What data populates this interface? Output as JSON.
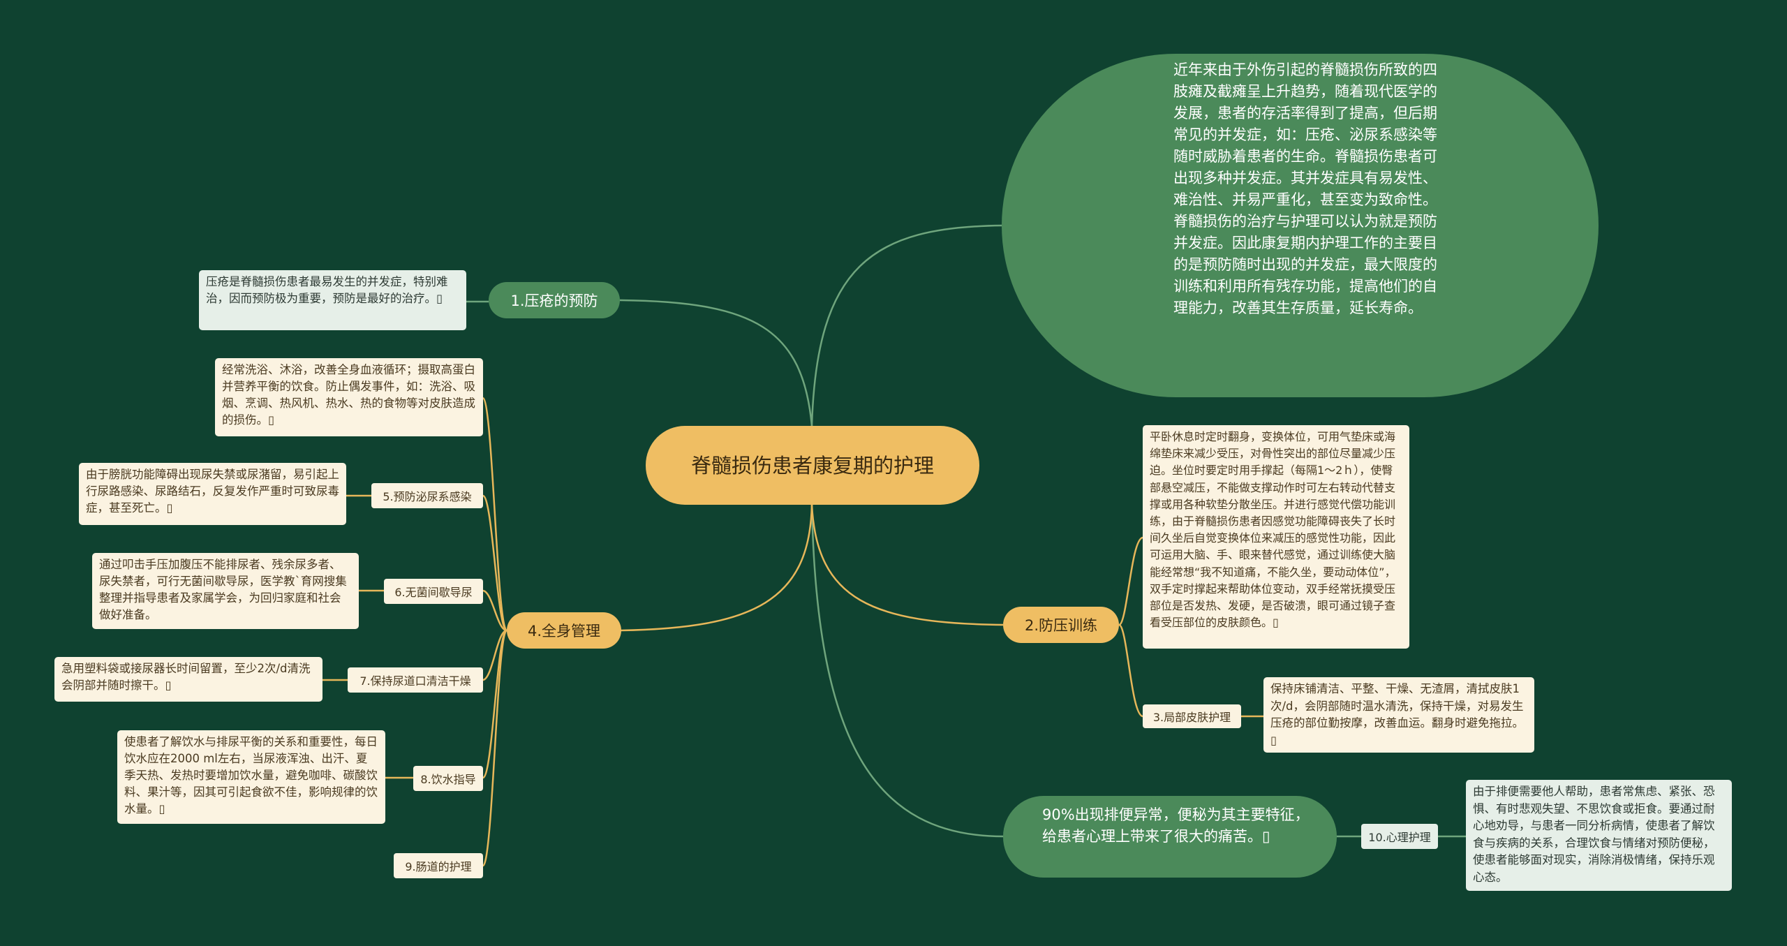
{
  "central": "脊髓损伤患者康复期的护理",
  "intro": "近年来由于外伤引起的脊髓损伤所致的四肢瘫及截瘫呈上升趋势，随着现代医学的发展，患者的存活率得到了提高，但后期常见的并发症，如：压疮、泌尿系感染等随时威胁着患者的生命。脊髓损伤患者可出现多种并发症。其并发症具有易发性、难治性、并易严重化，甚至变为致命性。脊髓损伤的治疗与护理可以认为就是预防并发症。因此康复期内护理工作的主要目的是预防随时出现的并发症，最大限度的训练和利用所有残存功能，提高他们的自理能力，改善其生存质量，延长寿命。",
  "branch1": {
    "label": "1.压疮的预防",
    "note": "压疮是脊髓损伤患者最易发生的并发症，特别难治，因而预防极为重要，预防是最好的治疗。▯"
  },
  "branch2": {
    "label": "2.防压训练",
    "detail": "平卧休息时定时翻身，变换体位，可用气垫床或海绵垫床来减少受压，对骨性突出的部位尽量减少压迫。坐位时要定时用手撑起（每隔1～2ｈ），使臀部悬空减压，不能做支撑动作时可左右转动代替支撑或用各种软垫分散坐压。并进行感觉代偿功能训练，由于脊髓损伤患者因感觉功能障碍丧失了长时间久坐后自觉变换体位来减压的感觉性功能，因此可运用大脑、手、眼来替代感觉，通过训练使大脑能经常想“我不知道痛，不能久坐，要动动体位”，双手定时撑起来帮助体位变动，双手经常抚摸受压部位是否发热、发硬，是否破溃，眼可通过镜子查看受压部位的皮肤颜色。▯",
    "sub": {
      "label": "3.局部皮肤护理",
      "detail": "保持床铺清洁、平整、干燥、无渣屑，清拭皮肤1次/d，会阴部随时温水清洗，保持干燥，对易发生压疮的部位勤按摩，改善血运。翻身时避免拖拉。▯"
    }
  },
  "branch4": {
    "label": "4.全身管理",
    "top_note": "经常洗浴、沐浴，改善全身血液循环；摄取高蛋白并营养平衡的饮食。防止偶发事件，如：洗浴、吸烟、烹调、热风机、热水、热的食物等对皮肤造成的损伤。▯",
    "items": [
      {
        "label": "5.预防泌尿系感染",
        "detail": "由于膀胱功能障碍出现尿失禁或尿潴留，易引起上行尿路感染、尿路结石，反复发作严重时可致尿毒症，甚至死亡。▯"
      },
      {
        "label": "6.无菌间歇导尿",
        "detail": "通过叩击手压加腹压不能排尿者、残余尿多者、尿失禁者，可行无菌间歇导尿，医学教`育网搜集整理并指导患者及家属学会，为回归家庭和社会做好准备。"
      },
      {
        "label": "7.保持尿道口清洁干燥",
        "detail": "急用塑料袋或接尿器长时间留置，至少2次/d清洗会阴部并随时擦干。▯"
      },
      {
        "label": "8.饮水指导",
        "detail": "使患者了解饮水与排尿平衡的关系和重要性，每日饮水应在2000 ml左右，当尿液浑浊、出汗、夏季天热、发热时要增加饮水量，避免咖啡、碳酸饮料、果汁等，因其可引起食欲不佳，影响规律的饮水量。▯"
      },
      {
        "label": "9.肠道的护理",
        "detail": ""
      }
    ]
  },
  "bowel": {
    "text": "90%出现排便异常，便秘为其主要特征，给患者心理上带来了很大的痛苦。▯",
    "sub": {
      "label": "10.心理护理",
      "detail": "由于排便需要他人帮助，患者常焦虑、紧张、恐惧、有时悲观失望、不思饮食或拒食。要通过耐心地劝导，与患者一同分析病情，使患者了解饮食与疾病的关系，合理饮食与情绪对预防便秘，使患者能够面对现实，消除消极情绪，保持乐观心态。"
    }
  },
  "colors": {
    "background": "#0f4230",
    "green_node": "#4b8a5a",
    "gold_node": "#efbe63",
    "green_line": "#6fa57d",
    "gold_line": "#e7b75a"
  }
}
